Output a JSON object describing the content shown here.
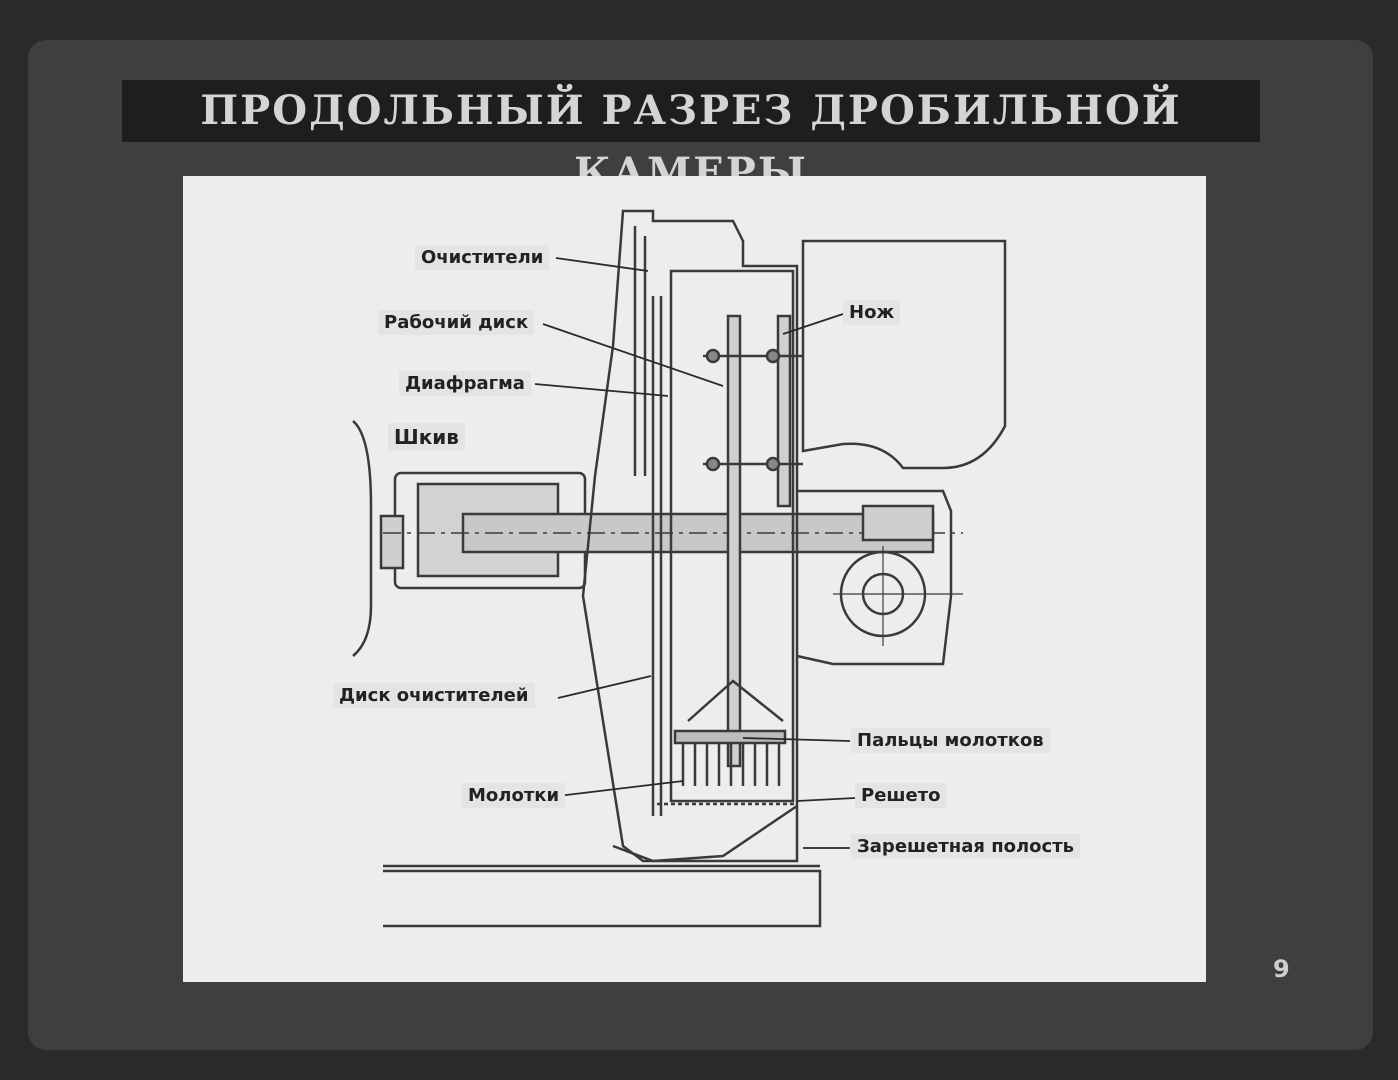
{
  "title": "ПРОДОЛЬНЫЙ РАЗРЕЗ ДРОБИЛЬНОЙ КАМЕРЫ",
  "labels": {
    "cleaners": "Очистители",
    "working_disk": "Рабочий диск",
    "diaphragm": "Диафрагма",
    "pulley": "Шкив",
    "knife": "Нож",
    "cleaner_disk": "Диск очистителей",
    "hammer_pins": "Пальцы молотков",
    "hammers": "Молотки",
    "sieve": "Решето",
    "under_sieve_cavity": "Зарешетная полость"
  },
  "page_number": "9"
}
